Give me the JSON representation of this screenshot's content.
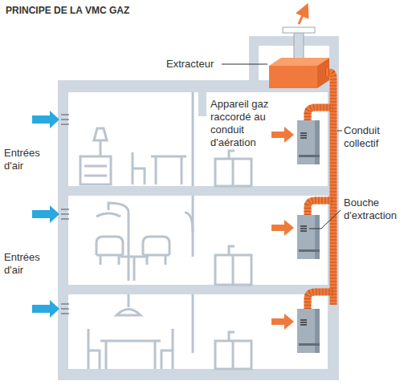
{
  "diagram": {
    "title": "PRINCIPE DE LA VMC GAZ",
    "labels": [
      "Extracteur",
      "Appareil gaz raccordé au conduit d'aération",
      "Entrées d'air",
      "Conduit collectif",
      "Bouche d'extraction",
      "Entrées d'air"
    ]
  }
}
